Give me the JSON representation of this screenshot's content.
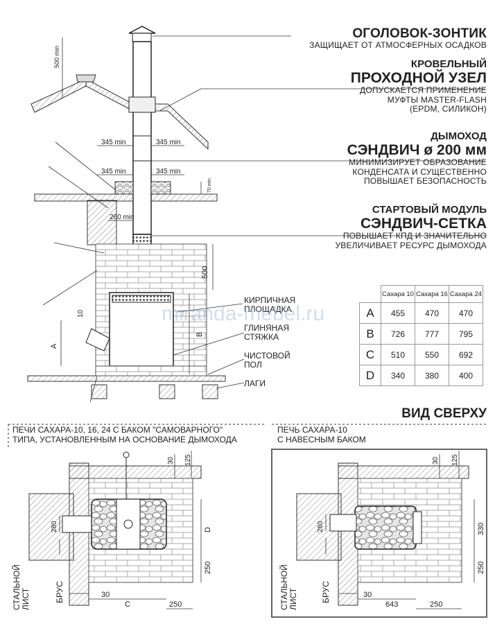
{
  "headings": {
    "cap": {
      "title": "ОГОЛОВОК-ЗОНТИК",
      "text": "ЗАЩИЩАЕТ ОТ АТМОСФЕРНЫХ ОСАДКОВ"
    },
    "roof": {
      "line1": "КРОВЕЛЬНЫЙ",
      "title": "ПРОХОДНОЙ УЗЕЛ",
      "text": "ДОПУСКАЕТСЯ ПРИМЕНЕНИЕ\nМУФТЫ MASTER-FLASH\n(EPDM, СИЛИКОН)"
    },
    "chimney": {
      "line1": "ДЫМОХОД",
      "title": "СЭНДВИЧ ø 200 мм",
      "text": "МИНИМИЗИРУЕТ ОБРАЗОВАНИЕ\nКОНДЕНСАТА И СУЩЕСТВЕННО\nПОВЫШАЕТ БЕЗОПАСНОСТЬ"
    },
    "start": {
      "line1": "СТАРТОВЫЙ МОДУЛЬ",
      "title": "СЭНДВИЧ-СЕТКА",
      "text": "ПОВЫШАЕТ КПД И ЗНАЧИТЕЛЬНО\nУВЕЛИЧИВАЕТ РЕСУРС ДЫМОХОДА"
    }
  },
  "table": {
    "columns": [
      "Сахара 10",
      "Сахара 16",
      "Сахара 24"
    ],
    "rows": [
      {
        "label": "A",
        "values": [
          "455",
          "470",
          "470"
        ]
      },
      {
        "label": "B",
        "values": [
          "726",
          "777",
          "795"
        ]
      },
      {
        "label": "C",
        "values": [
          "510",
          "550",
          "692"
        ]
      },
      {
        "label": "D",
        "values": [
          "340",
          "380",
          "400"
        ]
      }
    ]
  },
  "labels": {
    "brick": "КИРПИЧНАЯ\nПЛОЩАДКА",
    "clay": "ГЛИНЯНАЯ\nСТЯЖКА",
    "floor": "ЧИСТОВОЙ\nПОЛ",
    "joists": "ЛАГИ"
  },
  "dims": {
    "min500": "500 min",
    "min345": "345 min",
    "min260": "260 min",
    "d70": "70 min",
    "d500": "500",
    "d10": "10",
    "A": "A",
    "B": "B",
    "C": "C",
    "D": "D",
    "d30": "30",
    "d125": "125",
    "d280": "280",
    "d250": "250",
    "d330": "330",
    "d643": "643"
  },
  "top_view": {
    "title": "ВИД СВЕРХУ",
    "left_caption": "ПЕЧИ САХАРА-10, 16, 24 С БАКОМ \"САМОВАРНОГО\"\nТИПА, УСТАНОВЛЕННЫМ НА ОСНОВАНИЕ ДЫМОХОДА",
    "right_caption": "ПЕЧЬ САХАРА-10\nС НАВЕСНЫМ БАКОМ",
    "steel": "СТАЛЬНОЙ\nЛИСТ",
    "beam": "БРУС"
  },
  "watermark": "miranda-mebel.ru"
}
